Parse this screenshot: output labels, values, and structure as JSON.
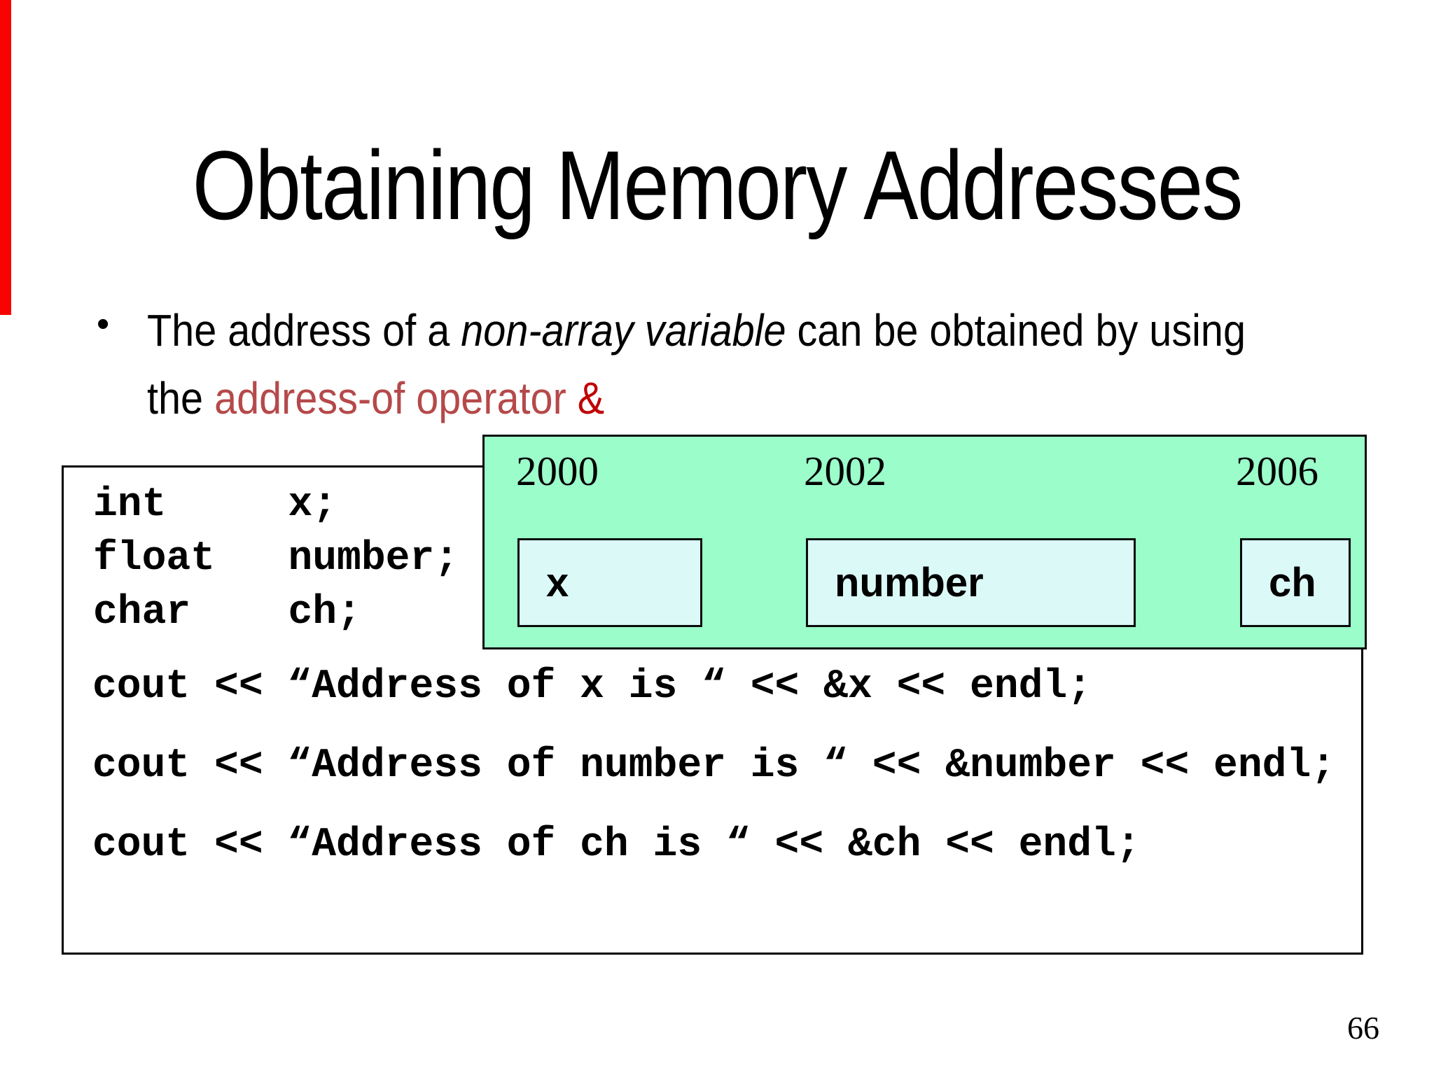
{
  "slide": {
    "title": "Obtaining Memory Addresses",
    "page_number": "66",
    "accent_bar_color": "#f80400",
    "bullet": {
      "marker": "•",
      "line1_pre": "The address of a ",
      "line1_italic": "non-array variable",
      "line1_post": " can be obtained by using",
      "line2_pre": "the ",
      "line2_red_phrase": "address-of operator ",
      "line2_amp": "&",
      "red_phrase_color": "#b5494a",
      "amp_color": "#c00000"
    },
    "memory_diagram": {
      "fill_color": "#9bfdca",
      "cell_fill_color": "#dbfaf7",
      "addresses": [
        {
          "label": "2000"
        },
        {
          "label": "2002"
        },
        {
          "label": "2006"
        }
      ],
      "cells": [
        {
          "label": "x"
        },
        {
          "label": "number"
        },
        {
          "label": "ch"
        }
      ]
    },
    "code": {
      "declarations": [
        "int     x;",
        "float   number;",
        "char    ch;"
      ],
      "cout_lines": [
        "cout << “Address of x is “ << &x << endl;",
        "cout << “Address of number is “ << &number << endl;",
        "cout << “Address of ch is “ << &ch << endl;"
      ]
    }
  }
}
